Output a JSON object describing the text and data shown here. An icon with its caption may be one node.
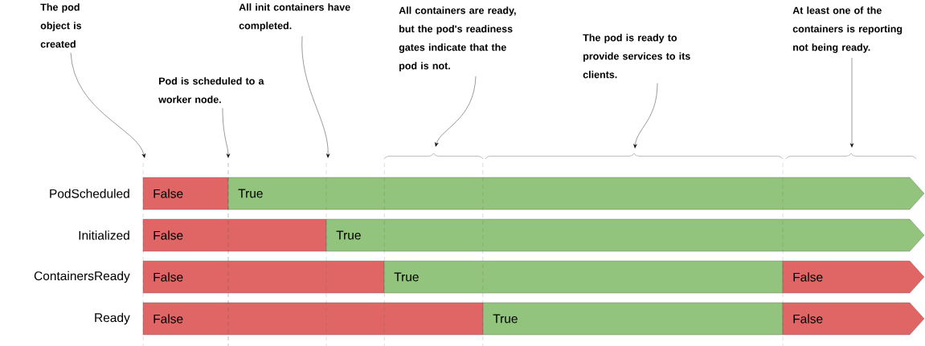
{
  "diagram": {
    "nodes": [
      {
        "text": [
          "The pod object is created"
        ]
      },
      {
        "text": [
          "Pod is scheduled to a worker node."
        ]
      },
      {
        "text": [
          "All init containers have completed."
        ]
      },
      {
        "text": [
          "All containers are ready, but the pod's readiness gates indicate that the pod is not."
        ]
      },
      {
        "text": [
          "The pod is ready to provide services to its clients."
        ]
      },
      {
        "text": [
          "At least one of the containers is reporting not being ready."
        ]
      },
      {
        "text": [
          "False"
        ]
      },
      {
        "text": [
          "True"
        ]
      },
      {
        "text": [
          "False"
        ]
      },
      {
        "text": [
          "True"
        ]
      },
      {
        "text": [
          "False"
        ]
      },
      {
        "text": [
          "True"
        ]
      },
      {
        "text": [
          "False"
        ]
      },
      {
        "text": [
          "False"
        ]
      },
      {
        "text": [
          "True"
        ]
      },
      {
        "text": [
          "False"
        ]
      }
    ],
    "edges": [
      {
        "from": 0,
        "to": null,
        "arrow": "to"
      },
      {
        "from": 1,
        "to": null,
        "arrow": "to"
      },
      {
        "from": 2,
        "to": null,
        "arrow": "to"
      },
      {
        "from": 3,
        "to": null,
        "arrow": "to"
      },
      {
        "from": 4,
        "to": null,
        "arrow": "to"
      },
      {
        "from": 5,
        "to": null,
        "arrow": "to"
      }
    ],
    "labels": [
      "PodScheduled",
      "Initialized",
      "ContainersReady",
      "Ready"
    ]
  }
}
